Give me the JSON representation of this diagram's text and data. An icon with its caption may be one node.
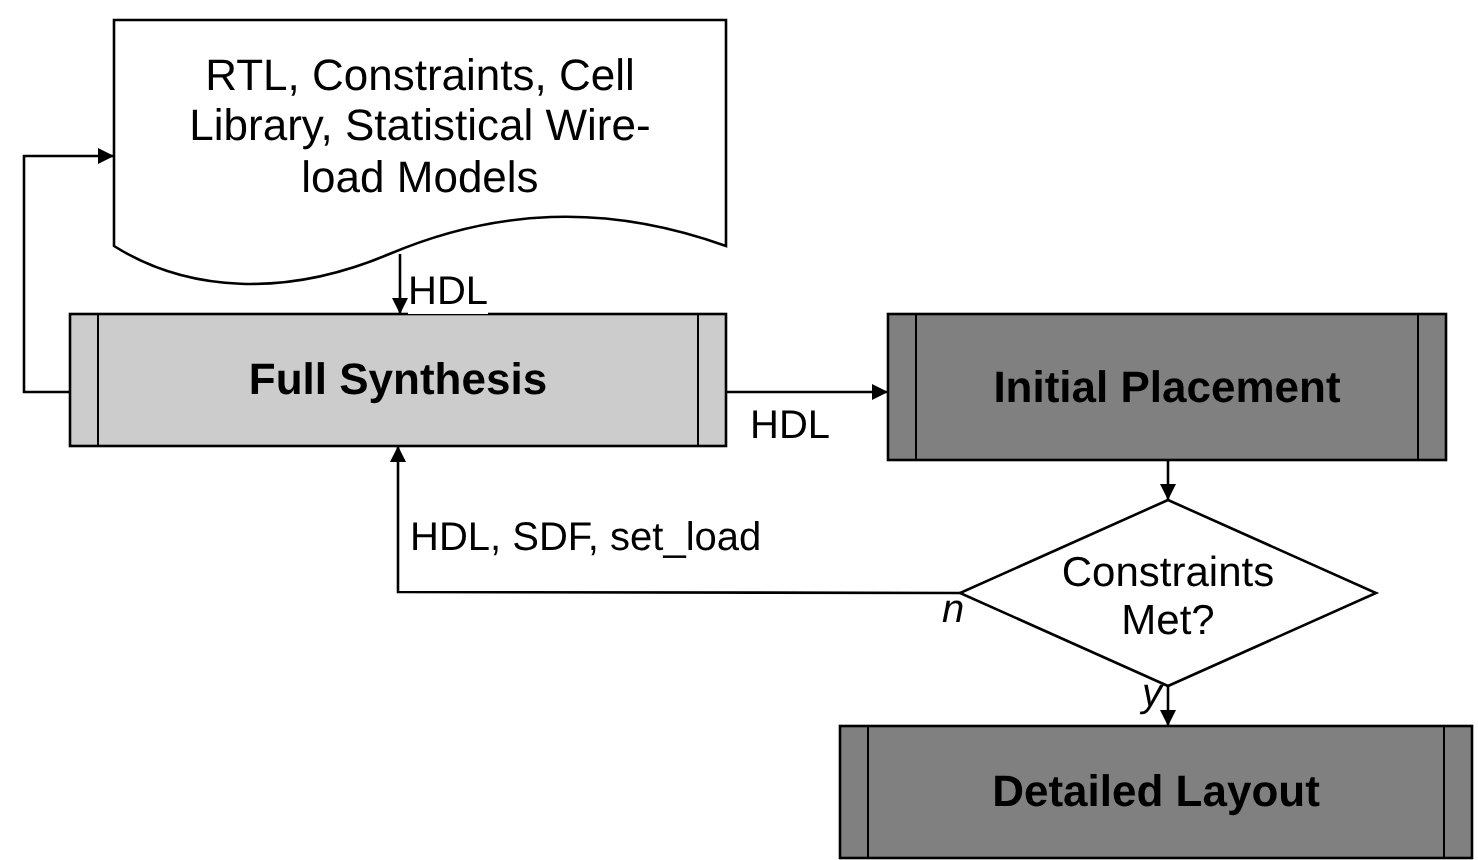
{
  "diagram": {
    "nodes": [
      {
        "text": [
          "RTL, Constraints, Cell Library, Statistical Wire-load Models"
        ]
      },
      {
        "text": [
          "Full Synthesis"
        ]
      },
      {
        "text": [
          "Initial Placement"
        ]
      },
      {
        "text": [
          "Constraints Met?"
        ],
        "beside": [
          "n",
          "y"
        ]
      },
      {
        "text": [
          "Detailed Layout"
        ]
      }
    ],
    "edges": [
      {
        "from": 1,
        "to": 0,
        "arrow": "to"
      },
      {
        "from": 0,
        "to": 1,
        "arrow": "to",
        "label": "HDL"
      },
      {
        "from": 1,
        "to": 2,
        "arrow": "to",
        "label": "HDL"
      },
      {
        "from": 2,
        "to": 3,
        "arrow": "to"
      },
      {
        "from": 3,
        "to": 1,
        "arrow": "to",
        "label": "HDL, SDF, set_load"
      },
      {
        "from": 3,
        "to": 4,
        "arrow": "to"
      }
    ]
  }
}
